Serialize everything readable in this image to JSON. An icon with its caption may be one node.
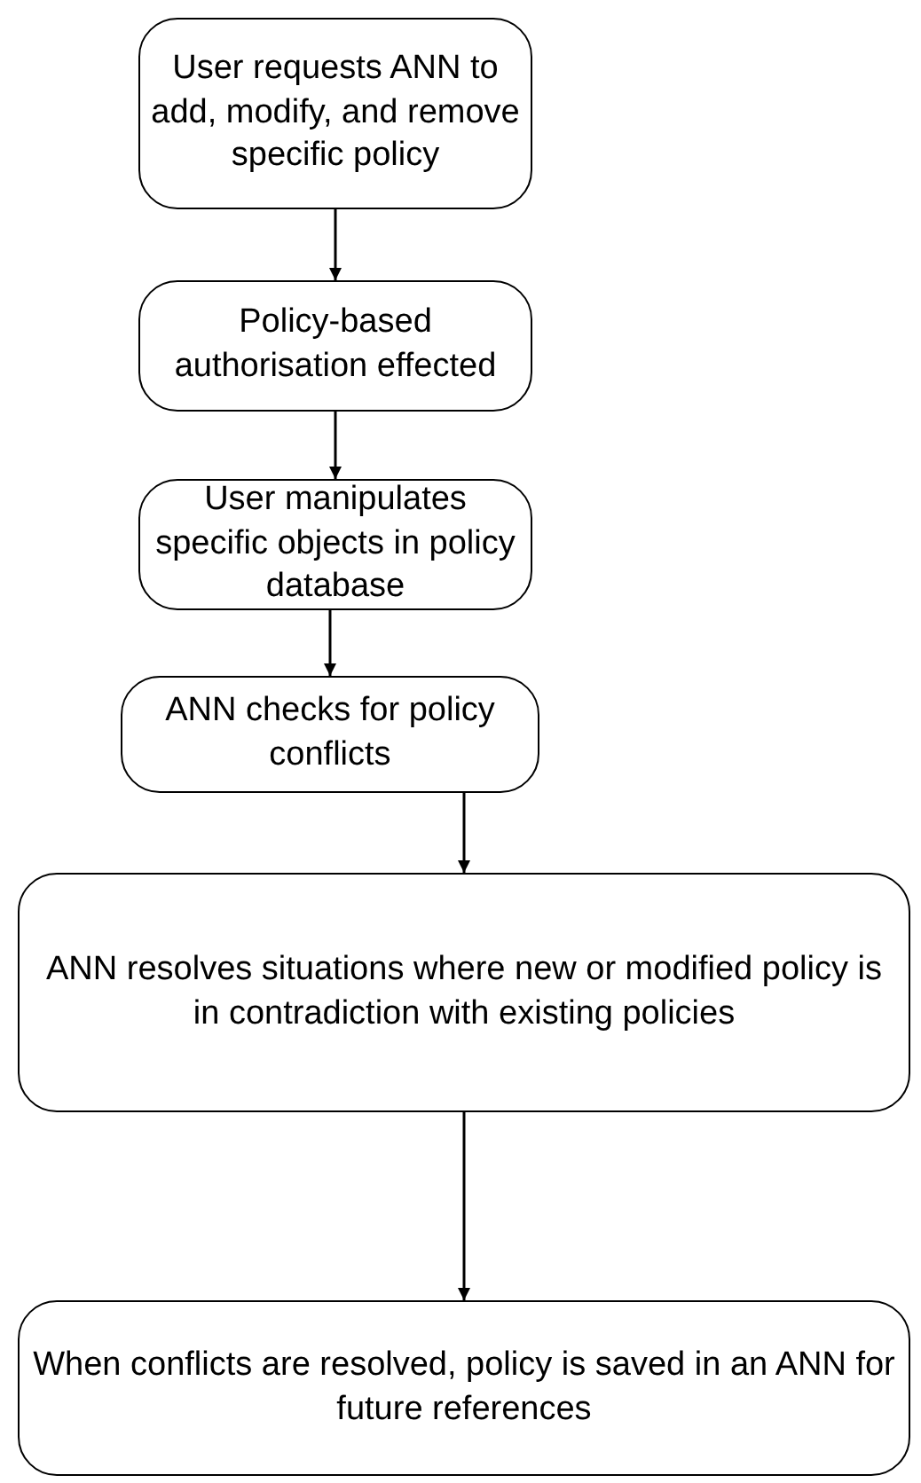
{
  "diagram": {
    "nodes": [
      {
        "text": [
          "User requests ANN to add, modify, and remove specific policy"
        ]
      },
      {
        "text": [
          "Policy-based authorisation effected"
        ]
      },
      {
        "text": [
          "User manipulates specific objects in policy database"
        ]
      },
      {
        "text": [
          "ANN checks for policy conflicts"
        ]
      },
      {
        "text": [
          "ANN resolves situations where new or modified policy is in contradiction with existing policies"
        ]
      },
      {
        "text": [
          "When conflicts are resolved, policy is saved in an ANN for future references"
        ]
      }
    ],
    "edges": [
      {
        "from": 0,
        "to": 1,
        "arrow": "to"
      },
      {
        "from": 1,
        "to": 2,
        "arrow": "to"
      },
      {
        "from": 2,
        "to": 3,
        "arrow": "to"
      },
      {
        "from": 3,
        "to": 4,
        "arrow": "to"
      },
      {
        "from": 4,
        "to": 5,
        "arrow": "to"
      }
    ]
  }
}
